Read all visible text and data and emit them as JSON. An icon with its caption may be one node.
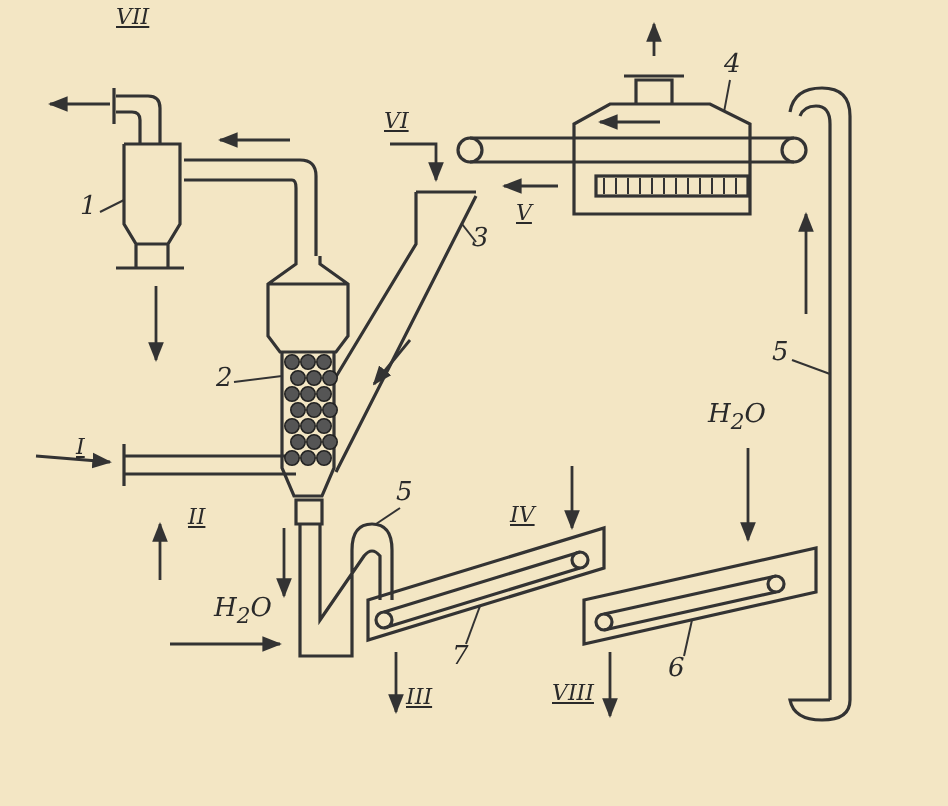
{
  "diagram": {
    "nodes": [
      {
        "text": [
          "4"
        ]
      },
      {
        "text": [],
        "shape": "furnace"
      },
      {
        "text": [
          "1"
        ]
      },
      {
        "text": [],
        "shape": "cyclone"
      },
      {
        "text": [
          "3"
        ]
      },
      {
        "text": [],
        "shape": "chute"
      },
      {
        "text": [
          "2"
        ]
      },
      {
        "text": [],
        "shape": "column"
      },
      {
        "text": [
          "5"
        ]
      },
      {
        "text": [],
        "shape": "elevator"
      },
      {
        "text": [
          "5"
        ]
      },
      {
        "text": [],
        "shape": "elevator"
      },
      {
        "text": [
          "7"
        ]
      },
      {
        "text": [],
        "shape": "conveyor"
      },
      {
        "text": [
          "6"
        ]
      },
      {
        "text": [],
        "shape": "conveyor"
      }
    ],
    "edges": [
      {
        "from": 0,
        "to": 1,
        "arrow": "none"
      },
      {
        "from": 2,
        "to": 3,
        "arrow": "none"
      },
      {
        "from": 4,
        "to": 5,
        "arrow": "none"
      },
      {
        "from": 6,
        "to": 7,
        "arrow": "none"
      },
      {
        "from": 8,
        "to": 9,
        "arrow": "none"
      },
      {
        "from": 10,
        "to": 11,
        "arrow": "none"
      },
      {
        "from": 12,
        "to": 13,
        "arrow": "none"
      },
      {
        "from": 14,
        "to": 15,
        "arrow": "none"
      },
      {
        "from": 7,
        "to": 3,
        "arrow": "none"
      },
      {
        "from": 7,
        "to": 11,
        "arrow": "none"
      },
      {
        "from": null,
        "to": 15,
        "arrow": "to"
      }
    ],
    "labels": [
      "VII",
      "VI",
      "V",
      "H$_{2}$O",
      "I",
      "II",
      "H$_{2}$O",
      "IV",
      "III",
      "VIII"
    ]
  }
}
